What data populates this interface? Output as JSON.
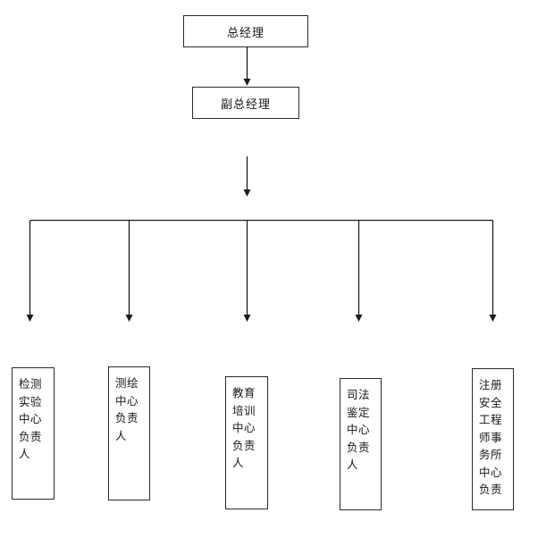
{
  "diagram": {
    "type": "org-chart",
    "root": {
      "label": "总经理"
    },
    "deputy": {
      "label": "副总经理"
    },
    "branches": [
      {
        "label": "检测\n实验\n中心\n负责\n人"
      },
      {
        "label": "测绘\n中心\n负责\n人"
      },
      {
        "label": "教育\n培训\n中心\n负责\n人"
      },
      {
        "label": "司法\n鉴定\n中心\n负责\n人"
      },
      {
        "label": "注册\n安全\n工程\n师事\n务所\n中心\n负责"
      }
    ]
  },
  "colors": {
    "line": "#1c1c1c",
    "box_border": "#2a2a2a",
    "text": "#161616",
    "background": "#ffffff"
  }
}
